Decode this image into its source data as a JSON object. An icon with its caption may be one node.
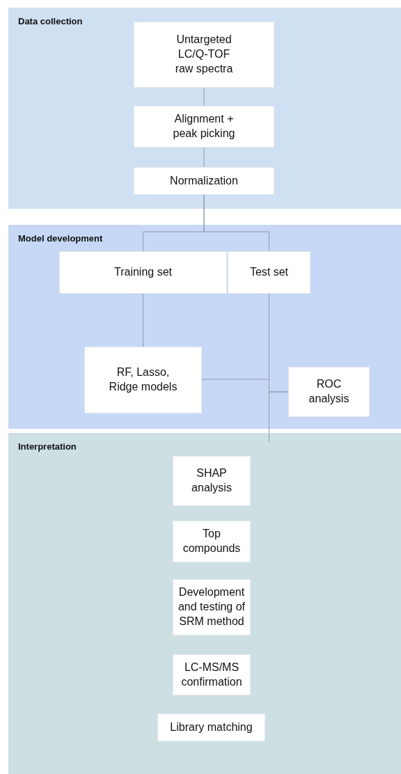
{
  "diagram": {
    "nodes": [
      {
        "text": [
          "Data collection"
        ]
      },
      {
        "text": [
          "Untargeted LC/Q-TOF raw spectra"
        ],
        "in": 0
      },
      {
        "text": [
          "Alignment + peak picking"
        ],
        "in": 0
      },
      {
        "text": [
          "Normalization"
        ],
        "in": 0
      },
      {
        "text": [
          "Model development"
        ]
      },
      {
        "text": [
          "Training set"
        ],
        "in": 4
      },
      {
        "text": [
          "Test set"
        ],
        "in": 4
      },
      {
        "text": [
          "RF, Lasso, Ridge models"
        ],
        "in": 4
      },
      {
        "text": [
          "ROC analysis"
        ],
        "in": 4
      },
      {
        "text": [
          "Interpretation"
        ]
      },
      {
        "text": [
          "SHAP analysis"
        ],
        "in": 9
      },
      {
        "text": [
          "Top compounds"
        ],
        "in": 9
      },
      {
        "text": [
          "Development and testing of SRM method"
        ],
        "in": 9
      },
      {
        "text": [
          "LC-MS/MS confirmation"
        ],
        "in": 9
      },
      {
        "text": [
          "Library matching"
        ],
        "in": 9
      }
    ],
    "edges": [
      {
        "from": 1,
        "to": 2,
        "arrow": "none"
      },
      {
        "from": 2,
        "to": 3,
        "arrow": "none"
      },
      {
        "from": 3,
        "to": 5,
        "arrow": "none"
      },
      {
        "from": 3,
        "to": 6,
        "arrow": "none"
      },
      {
        "from": 5,
        "to": 7,
        "arrow": "none"
      },
      {
        "from": 7,
        "to": 8,
        "arrow": "none"
      },
      {
        "from": 6,
        "to": 8,
        "arrow": "none"
      },
      {
        "from": 6,
        "to": 9,
        "arrow": "none"
      }
    ]
  }
}
